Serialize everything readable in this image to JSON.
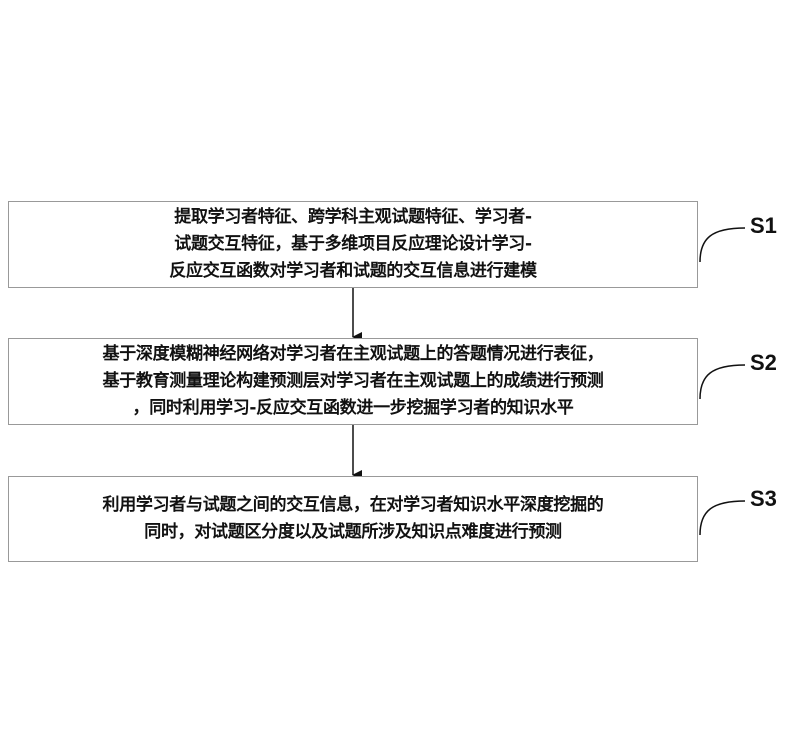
{
  "steps": [
    {
      "label": "S1",
      "lines": [
        "提取学习者特征、跨学科主观试题特征、学习者-",
        "试题交互特征，基于多维项目反应理论设计学习-",
        "反应交互函数对学习者和试题的交互信息进行建模"
      ]
    },
    {
      "label": "S2",
      "lines": [
        "基于深度模糊神经网络对学习者在主观试题上的答题情况进行表征，",
        "基于教育测量理论构建预测层对学习者在主观试题上的成绩进行预测",
        "，同时利用学习-反应交互函数进一步挖掘学习者的知识水平"
      ]
    },
    {
      "label": "S3",
      "lines": [
        "利用学习者与试题之间的交互信息，在对学习者知识水平深度挖掘的",
        "同时，对试题区分度以及试题所涉及知识点难度进行预测"
      ]
    }
  ]
}
